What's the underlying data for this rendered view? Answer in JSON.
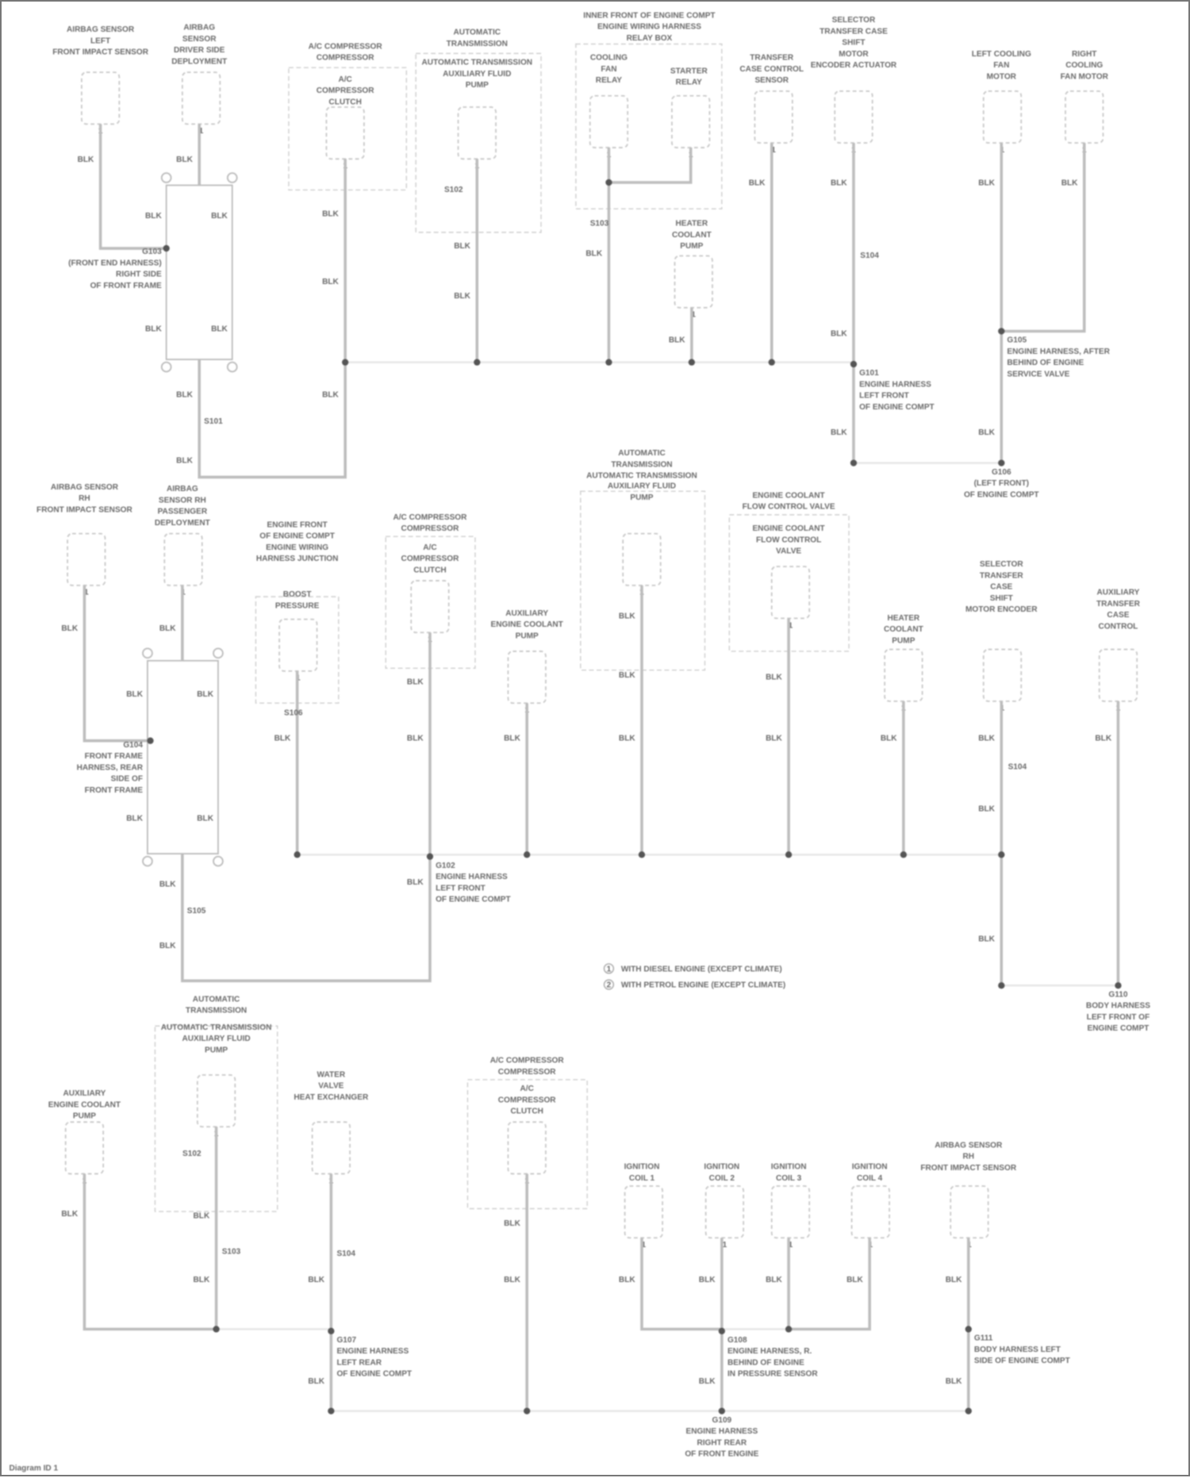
{
  "wire_color": "BLK",
  "pin": "1",
  "colors": {
    "wire": "#bdbdbd",
    "text": "#6a6a6a",
    "node": "#555555"
  },
  "components": [
    {
      "label": [
        "AIRBAG SENSOR",
        "LEFT",
        "FRONT IMPACT SENSOR"
      ]
    },
    {
      "label": [
        "AIRBAG",
        "SENSOR",
        "DRIVER SIDE",
        "DEPLOYMENT"
      ]
    },
    {
      "label": [
        "A/C COMPRESSOR",
        "COMPRESSOR"
      ],
      "inner": [
        "A/C",
        "COMPRESSOR",
        "CLUTCH"
      ]
    },
    {
      "label": [
        "AUTOMATIC",
        "TRANSMISSION"
      ],
      "inner": [
        "AUTOMATIC TRANSMISSION",
        "AUXILIARY FLUID",
        "PUMP"
      ]
    },
    {
      "label": [
        "INNER FRONT OF ENGINE COMPT",
        "ENGINE WIRING HARNESS",
        "RELAY BOX"
      ],
      "relay1": [
        "COOLING",
        "FAN",
        "RELAY"
      ],
      "relay2": [
        "STARTER",
        "RELAY"
      ]
    },
    {
      "label": [
        "HEATER",
        "COOLANT",
        "PUMP"
      ]
    },
    {
      "label": [
        "TRANSFER",
        "CASE CONTROL",
        "SENSOR"
      ]
    },
    {
      "label": [
        "SELECTOR",
        "TRANSFER CASE",
        "SHIFT",
        "MOTOR",
        "ENCODER ACTUATOR"
      ]
    },
    {
      "label": [
        "LEFT COOLING",
        "FAN",
        "MOTOR"
      ]
    },
    {
      "label": [
        "RIGHT",
        "COOLING",
        "FAN MOTOR"
      ]
    },
    {
      "label": [
        "AIRBAG SENSOR",
        "RH",
        "FRONT IMPACT SENSOR"
      ]
    },
    {
      "label": [
        "AIRBAG",
        "SENSOR RH",
        "PASSENGER",
        "DEPLOYMENT"
      ]
    },
    {
      "label": [
        "ENGINE FRONT",
        "OF ENGINE COMPT",
        "ENGINE WIRING",
        "HARNESS JUNCTION"
      ],
      "inner": [
        "BOOST",
        "PRESSURE"
      ]
    },
    {
      "label": [
        "A/C COMPRESSOR",
        "COMPRESSOR"
      ],
      "inner": [
        "A/C",
        "COMPRESSOR",
        "CLUTCH"
      ]
    },
    {
      "label": [
        "AUXILIARY",
        "ENGINE COOLANT",
        "PUMP"
      ]
    },
    {
      "label": [
        "AUTOMATIC",
        "TRANSMISSION",
        "AUTOMATIC TRANSMISSION"
      ],
      "inner": [
        "AUXILIARY FLUID",
        "PUMP",
        ""
      ]
    },
    {
      "label": [
        "ENGINE COOLANT",
        "FLOW CONTROL VALVE"
      ],
      "inner": [
        "ENGINE COOLANT",
        "FLOW CONTROL",
        "VALVE"
      ]
    },
    {
      "label": [
        "HEATER",
        "COOLANT",
        "PUMP"
      ]
    },
    {
      "label": [
        "SELECTOR",
        "TRANSFER",
        "CASE",
        "SHIFT",
        "MOTOR ENCODER"
      ]
    },
    {
      "label": [
        "AUXILIARY",
        "TRANSFER",
        "CASE",
        "CONTROL"
      ]
    },
    {
      "label": [
        "AUXILIARY",
        "ENGINE COOLANT",
        "PUMP"
      ]
    },
    {
      "label": [
        "AUTOMATIC",
        "TRANSMISSION"
      ],
      "inner": [
        "AUTOMATIC TRANSMISSION",
        "AUXILIARY FLUID",
        "PUMP"
      ]
    },
    {
      "label": [
        "WATER",
        "VALVE",
        "HEAT EXCHANGER"
      ]
    },
    {
      "label": [
        "A/C COMPRESSOR",
        "COMPRESSOR"
      ],
      "inner": [
        "A/C",
        "COMPRESSOR",
        "CLUTCH"
      ]
    },
    {
      "label": [
        "IGNITION",
        "COIL 1"
      ]
    },
    {
      "label": [
        "IGNITION",
        "COIL 2"
      ]
    },
    {
      "label": [
        "IGNITION",
        "COIL 3"
      ]
    },
    {
      "label": [
        "IGNITION",
        "COIL 4"
      ]
    },
    {
      "label": [
        "AIRBAG SENSOR",
        "RH",
        "FRONT IMPACT SENSOR"
      ]
    }
  ],
  "grounds": [
    {
      "label": [
        "G103",
        "(FRONT END HARNESS)",
        "RIGHT SIDE",
        "OF FRONT FRAME"
      ]
    },
    {
      "label": [
        "G101",
        "ENGINE HARNESS",
        "LEFT FRONT",
        "OF ENGINE COMPT"
      ]
    },
    {
      "label": [
        "G105",
        "ENGINE HARNESS, AFTER",
        "BEHIND OF ENGINE",
        "SERVICE VALVE"
      ]
    },
    {
      "label": [
        "G106",
        "(LEFT FRONT)",
        "OF ENGINE COMPT"
      ]
    },
    {
      "label": [
        "G104",
        "FRONT FRAME",
        "HARNESS, REAR",
        "SIDE OF",
        "FRONT FRAME"
      ]
    },
    {
      "label": [
        "G102",
        "ENGINE HARNESS",
        "LEFT FRONT",
        "OF ENGINE COMPT"
      ]
    },
    {
      "label": [
        "G110",
        "BODY HARNESS",
        "LEFT FRONT OF",
        "ENGINE COMPT"
      ]
    },
    {
      "label": [
        "G107",
        "ENGINE HARNESS",
        "LEFT REAR",
        "OF ENGINE COMPT"
      ]
    },
    {
      "label": [
        "G108",
        "ENGINE HARNESS, R.",
        "BEHIND OF ENGINE",
        "IN PRESSURE SENSOR"
      ]
    },
    {
      "label": [
        "G109",
        "ENGINE HARNESS",
        "RIGHT REAR",
        "OF FRONT ENGINE"
      ]
    },
    {
      "label": [
        "G111",
        "BODY HARNESS LEFT",
        "SIDE OF ENGINE COMPT"
      ]
    }
  ],
  "splices": [
    "S101",
    "S102",
    "S103",
    "S104",
    "S105",
    "S106"
  ],
  "legend": [
    {
      "symbol": "1",
      "text": "WITH DIESEL ENGINE (EXCEPT CLIMATE)"
    },
    {
      "symbol": "2",
      "text": "WITH PETROL ENGINE (EXCEPT CLIMATE)"
    }
  ],
  "footer": "Diagram ID 1"
}
